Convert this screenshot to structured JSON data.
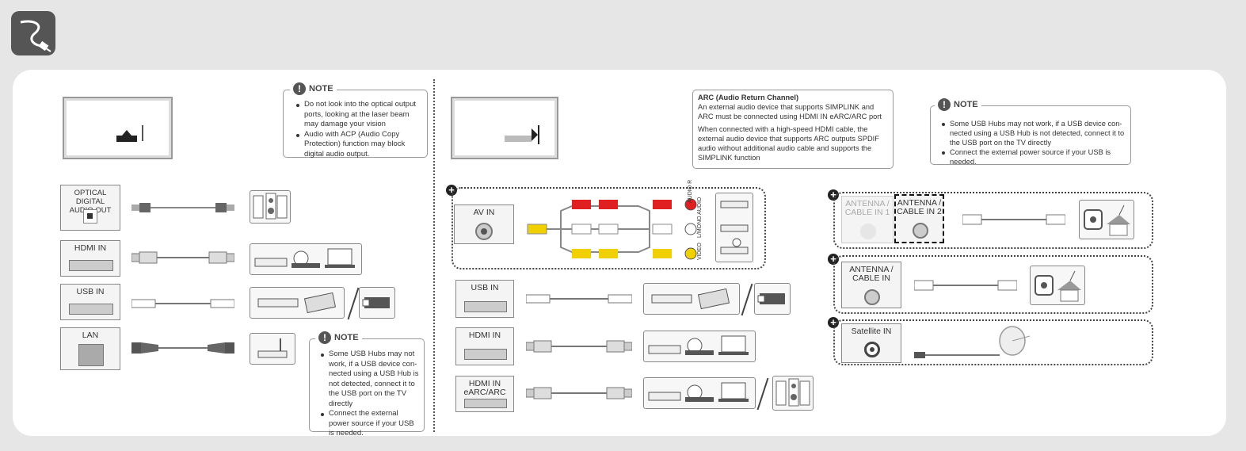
{
  "header": {
    "icon": "cable-icon"
  },
  "left": {
    "ports": {
      "optical": "OPTICAL DIGITAL\nAUDIO OUT",
      "hdmi": "HDMI IN",
      "usb": "USB IN",
      "lan": "LAN"
    },
    "note_top": {
      "title": "NOTE",
      "items": [
        "Do not look into the optical output ports, looking at the laser beam may damage your vision",
        "Audio with ACP (Audio Copy Protection) function may block digital audio output."
      ]
    },
    "note_bottom": {
      "title": "NOTE",
      "items": [
        "Some USB Hubs may not work, if a USB device con-nected using a USB Hub is not detected, connect it to the USB port on the TV directly",
        "Connect the external power source if your USB is needed."
      ]
    }
  },
  "middle": {
    "arc": {
      "title": "ARC (Audio Return Channel)",
      "p1": "An external audio device that supports SIMPLINK and ARC must be connected using HDMI IN eARC/ARC port",
      "p2": "When connected with a high-speed HDMI cable, the external audio device that supports ARC outputs SPDIF audio without additional audio cable and supports the SIMPLINK function"
    },
    "ports": {
      "av": "AV IN",
      "usb": "USB IN",
      "hdmi": "HDMI IN",
      "hdmi_earc": "HDMI IN\neARC/ARC"
    },
    "av_jacks": {
      "audio_r": "AUDIO R",
      "l_mono": "L/MONO AUDIO",
      "video": "VIDEO"
    }
  },
  "right": {
    "note": {
      "title": "NOTE",
      "items": [
        "Some USB Hubs may not work, if a USB device con-nected using a USB Hub is not detected, connect it to the USB port on the TV directly",
        "Connect the external power source if your USB is needed."
      ]
    },
    "ports": {
      "antenna1": "ANTENNA /\nCABLE IN 1",
      "antenna2": "ANTENNA /\nCABLE IN 2",
      "antenna": "ANTENNA /\nCABLE IN",
      "satellite": "Satellite IN"
    }
  }
}
